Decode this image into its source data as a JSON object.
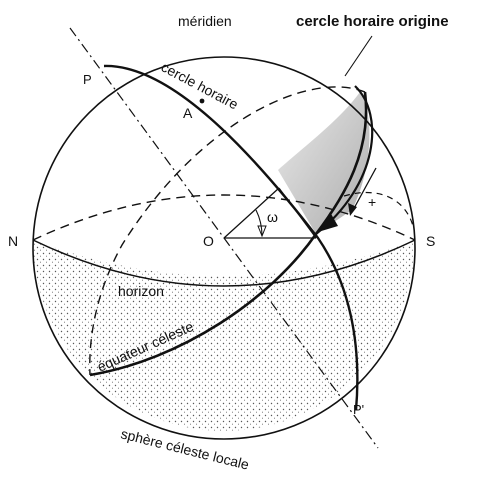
{
  "labels": {
    "meridien": "méridien",
    "cercle_horaire_origine": "cercle horaire origine",
    "cercle_horaire": "cercle horaire",
    "pole_p": "P",
    "point_a": "A",
    "north": "N",
    "south": "S",
    "origin": "O",
    "omega": "ω",
    "horizon": "horizon",
    "equateur": "équateur céleste",
    "pole_p_prime": "P'",
    "sphere": "sphère céleste locale",
    "plus": "+"
  },
  "colors": {
    "ink": "#111111",
    "shade": "#c8c8c8",
    "background": "#ffffff"
  }
}
